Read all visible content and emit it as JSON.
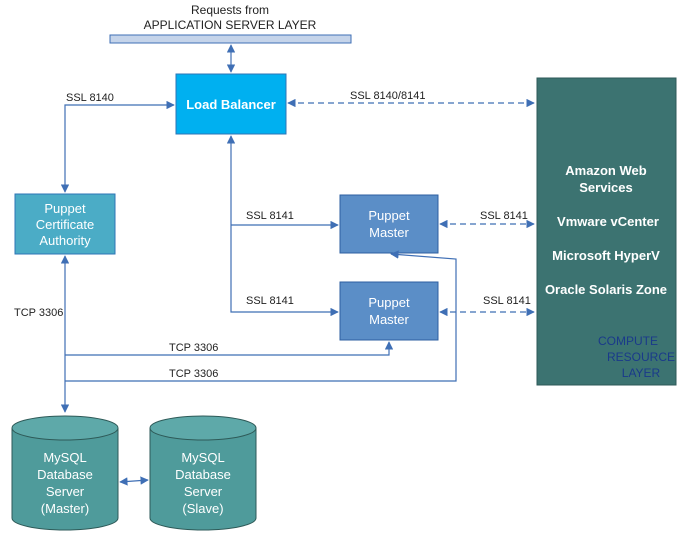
{
  "header": {
    "line1": "Requests from",
    "line2": "APPLICATION SERVER LAYER"
  },
  "nodes": {
    "load_balancer": "Load Balancer",
    "ca": [
      "Puppet",
      "Certificate",
      "Authority"
    ],
    "puppet_master_1": [
      "Puppet",
      "Master"
    ],
    "puppet_master_2": [
      "Puppet",
      "Master"
    ],
    "mysql_master": [
      "MySQL",
      "Database",
      "Server",
      "(Master)"
    ],
    "mysql_slave": [
      "MySQL",
      "Database",
      "Server",
      "(Slave)"
    ]
  },
  "compute": {
    "items": [
      "Amazon Web",
      "Services",
      "Vmware vCenter",
      "Microsoft HyperV",
      "Oracle Solaris Zone"
    ],
    "layer_label": [
      "COMPUTE",
      "RESOURCE",
      "LAYER"
    ]
  },
  "edges": {
    "ssl_8140": "SSL 8140",
    "ssl_8140_8141": "SSL 8140/8141",
    "ssl_8141_lb_pm1": "SSL 8141",
    "ssl_8141_lb_pm2": "SSL 8141",
    "ssl_8141_pm1_cr": "SSL 8141",
    "ssl_8141_pm2_cr": "SSL 8141",
    "tcp_3306_ca": "TCP 3306",
    "tcp_3306_pm2": "TCP 3306",
    "tcp_3306_pm1": "TCP 3306"
  },
  "colors": {
    "load_balancer": "#00b0f0",
    "ca": "#4bacc6",
    "puppet_master": "#5b8ec7",
    "compute": "#3c7371",
    "mysql": "#4f9b9b",
    "line": "#3f6fb5"
  }
}
